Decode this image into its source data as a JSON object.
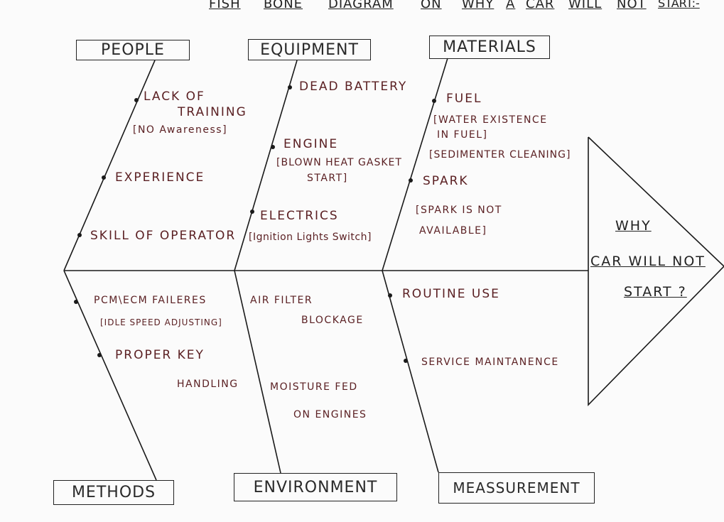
{
  "title": [
    "FISH",
    "BONE",
    "DIAGRAM",
    "ON",
    "WHY",
    "A",
    "CAR",
    "WILL",
    "NOT",
    "START:-"
  ],
  "head": {
    "line1": "WHY",
    "line2": "CAR WILL NOT",
    "line3": "START ?"
  },
  "categories": {
    "people": "PEOPLE",
    "equipment": "EQUIPMENT",
    "materials": "MATERIALS",
    "methods": "METHODS",
    "environment": "ENVIRONMENT",
    "measurement": "MEASSUREMENT"
  },
  "causes": {
    "people": [
      "LACK OF",
      "TRAINING",
      "[NO Awareness]",
      "EXPERIENCE",
      "SKILL OF OPERATOR"
    ],
    "equipment": [
      "DEAD BATTERY",
      "ENGINE",
      "[BLOWN HEAT GASKET",
      "START]",
      "ELECTRICS",
      "[Ignition Lights Switch]"
    ],
    "materials": [
      "FUEL",
      "[WATER EXISTENCE",
      "IN FUEL]",
      "[SEDIMENTER CLEANING]",
      "SPARK",
      "[SPARK IS NOT",
      "AVAILABLE]"
    ],
    "methods": [
      "PCM\\ECM FAILERES",
      "[IDLE SPEED ADJUSTING]",
      "PROPER KEY",
      "HANDLING"
    ],
    "environment": [
      "AIR FILTER",
      "BLOCKAGE",
      "MOISTURE FED",
      "ON ENGINES"
    ],
    "measurement": [
      "ROUTINE USE",
      "SERVICE MAINTANENCE"
    ]
  }
}
